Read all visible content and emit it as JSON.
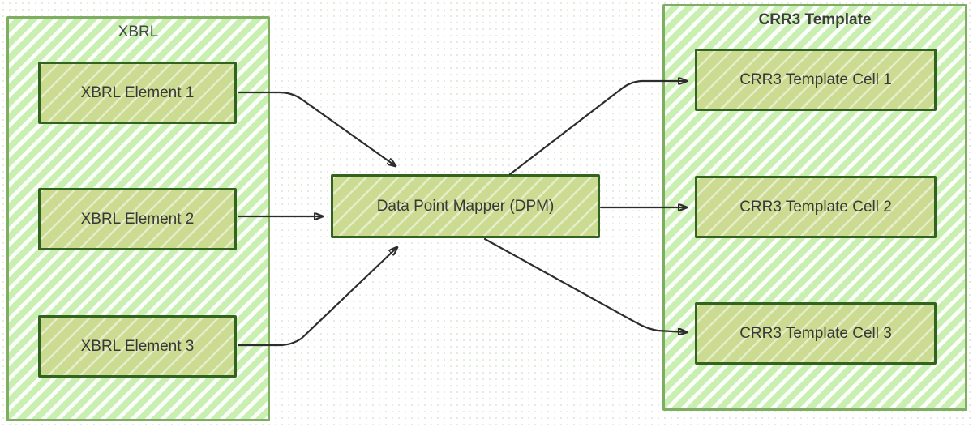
{
  "diagram": {
    "title_hint": "XBRL to CRR3 Template mapping via Data Point Mapper",
    "left_panel": {
      "title": "XBRL",
      "boxes": [
        {
          "label": "XBRL Element 1"
        },
        {
          "label": "XBRL Element 2"
        },
        {
          "label": "XBRL Element 3"
        }
      ]
    },
    "mapper": {
      "label": "Data Point Mapper (DPM)"
    },
    "right_panel": {
      "title": "CRR3 Template",
      "boxes": [
        {
          "label": "CRR3 Template Cell 1"
        },
        {
          "label": "CRR3 Template Cell 2"
        },
        {
          "label": "CRR3 Template Cell 3"
        }
      ]
    },
    "connections": [
      {
        "from": "XBRL Element 1",
        "to": "Data Point Mapper (DPM)"
      },
      {
        "from": "XBRL Element 2",
        "to": "Data Point Mapper (DPM)"
      },
      {
        "from": "XBRL Element 3",
        "to": "Data Point Mapper (DPM)"
      },
      {
        "from": "Data Point Mapper (DPM)",
        "to": "CRR3 Template Cell 1"
      },
      {
        "from": "Data Point Mapper (DPM)",
        "to": "CRR3 Template Cell 2"
      },
      {
        "from": "Data Point Mapper (DPM)",
        "to": "CRR3 Template Cell 3"
      }
    ],
    "colors": {
      "container_fill": "#c9efb2",
      "container_border": "#7fad62",
      "node_fill": "#cbdb92",
      "node_border": "#33641f",
      "arrow": "#2d2d2d",
      "text": "#383838"
    }
  }
}
